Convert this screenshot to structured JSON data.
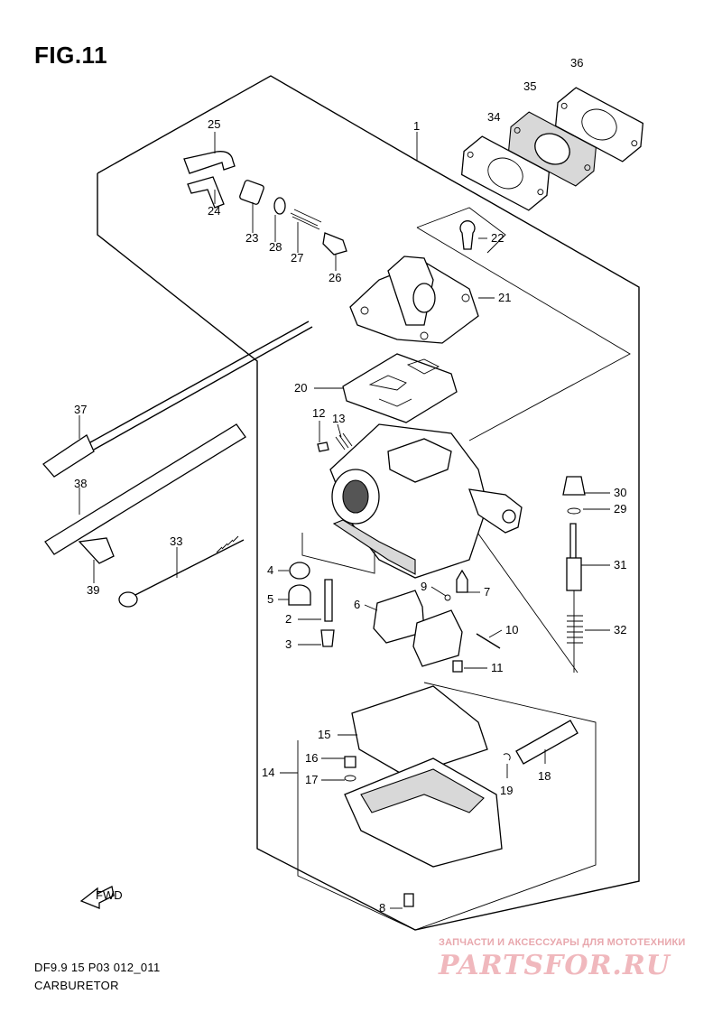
{
  "figure": {
    "title": "FIG.11",
    "code": "DF9.9 15 P03 012_011",
    "name": "CARBURETOR"
  },
  "callouts": [
    "1",
    "2",
    "3",
    "4",
    "5",
    "6",
    "7",
    "8",
    "9",
    "10",
    "11",
    "12",
    "13",
    "14",
    "15",
    "16",
    "17",
    "18",
    "19",
    "20",
    "21",
    "22",
    "23",
    "24",
    "25",
    "26",
    "27",
    "28",
    "29",
    "30",
    "31",
    "32",
    "33",
    "34",
    "35",
    "36",
    "37",
    "38",
    "39"
  ],
  "direction_arrow": {
    "label": "FWD"
  },
  "watermark": {
    "tagline": "ЗАПЧАСТИ И АКСЕССУАРЫ ДЛЯ МОТОТЕХНИКИ",
    "logo": "PARTSFOR.RU",
    "color": "#f0b8bd"
  }
}
